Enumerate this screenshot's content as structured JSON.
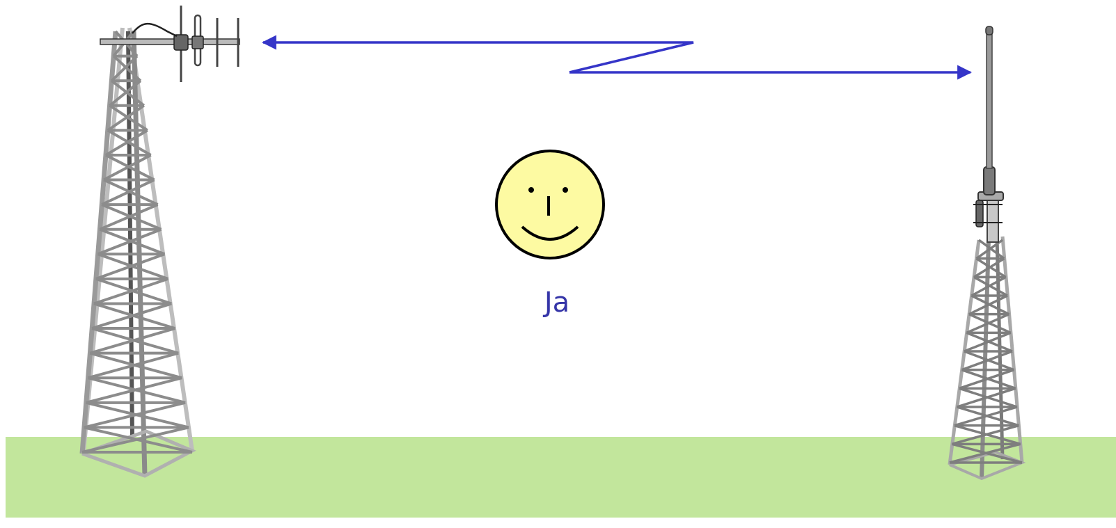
{
  "caption": {
    "text": "Ja"
  },
  "icons": {
    "left_tower": "lattice-tower-with-yagi-antenna",
    "right_tower": "lattice-tower-with-whip-antenna",
    "signal": "zigzag-arrow",
    "face": "smiley-face"
  },
  "colors": {
    "ground": "#c2e69c",
    "arrow": "#3535c8",
    "caption": "#3535a8",
    "face_fill": "#fdfaa2",
    "tower_light": "#b4b4b4",
    "tower_dark": "#6e6e6e"
  }
}
